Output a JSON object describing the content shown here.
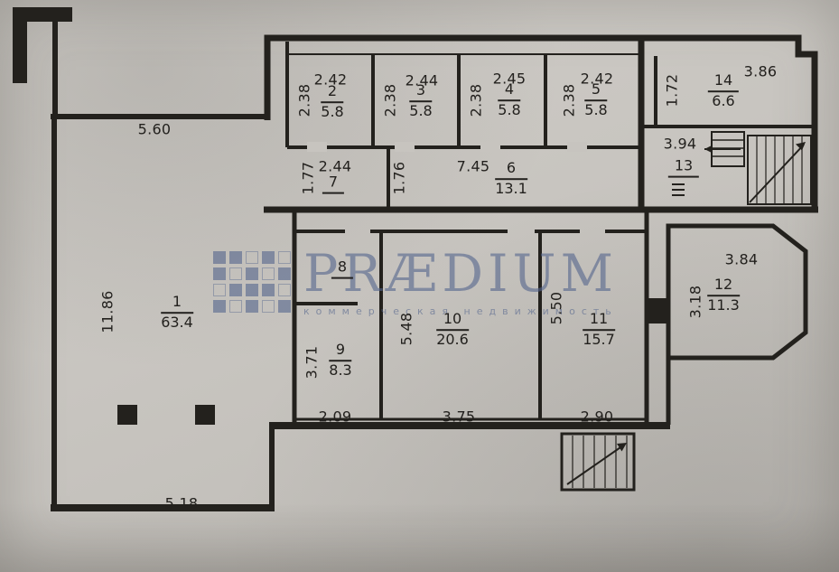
{
  "watermark": {
    "brand": "PRÆDIUM",
    "tagline": "коммерческая недвижимость"
  },
  "rooms": [
    {
      "number": "1",
      "area": "63.4"
    },
    {
      "number": "2",
      "area": "5.8"
    },
    {
      "number": "3",
      "area": "5.8"
    },
    {
      "number": "4",
      "area": "5.8"
    },
    {
      "number": "5",
      "area": "5.8"
    },
    {
      "number": "6",
      "area": "13.1"
    },
    {
      "number": "7",
      "area": ""
    },
    {
      "number": "8",
      "area": ""
    },
    {
      "number": "9",
      "area": "8.3"
    },
    {
      "number": "10",
      "area": "20.6"
    },
    {
      "number": "11",
      "area": "15.7"
    },
    {
      "number": "12",
      "area": "11.3"
    },
    {
      "number": "13",
      "area": ""
    },
    {
      "number": "14",
      "area": "6.6"
    }
  ],
  "dims": {
    "top_left_width": "5.60",
    "left_height": "11.86",
    "bottom_left_width": "5.18",
    "room2_width": "2.42",
    "room3_width": "2.44",
    "room4_width": "2.45",
    "room5_width": "2.42",
    "room2_depth": "2.38",
    "room3_depth": "2.38",
    "room4_depth": "2.38",
    "room5_depth": "2.38",
    "room14_width": "3.86",
    "room14_height": "1.72",
    "room7_width": "2.44",
    "room7_height": "1.77",
    "corridor_height": "1.76",
    "room6_width": "7.45",
    "room13_width": "3.94",
    "room9_height": "3.71",
    "room9_width": "2.09",
    "room10_height": "5.48",
    "room10_width": "3.75",
    "room11_height": "5.50",
    "room11_width": "2.90",
    "room12_width": "3.84",
    "room12_height": "3.18"
  }
}
